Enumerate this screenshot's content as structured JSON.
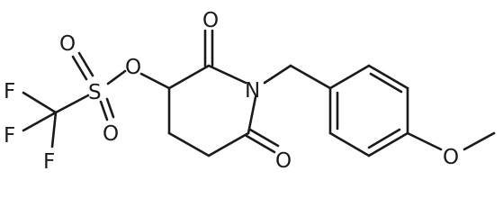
{
  "atoms": {
    "F_top": "F",
    "F_mid": "F",
    "F_bot": "F",
    "S": "S",
    "O_sulfonyl_top": "O",
    "O_sulfonyl_bot": "O",
    "O_ester": "O",
    "O_carbonyl_top": "O",
    "N": "N",
    "O_carbonyl_bot": "O",
    "O_methoxy": "O"
  }
}
